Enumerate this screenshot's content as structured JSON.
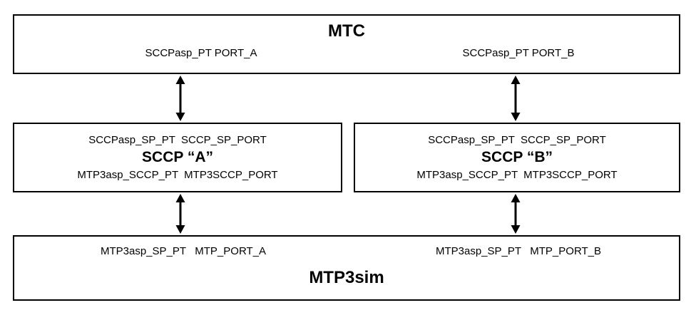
{
  "diagram": {
    "mtc": {
      "title": "MTC",
      "port_a": "SCCPasp_PT PORT_A",
      "port_b": "SCCPasp_PT PORT_B"
    },
    "sccp_a": {
      "top_label": "SCCPasp_SP_PT  SCCP_SP_PORT",
      "title": "SCCP “A”",
      "bottom_label": "MTP3asp_SCCP_PT  MTP3SCCP_PORT"
    },
    "sccp_b": {
      "top_label": "SCCPasp_SP_PT  SCCP_SP_PORT",
      "title": "SCCP “B”",
      "bottom_label": "MTP3asp_SCCP_PT  MTP3SCCP_PORT"
    },
    "mtp3sim": {
      "port_a": "MTP3asp_SP_PT   MTP_PORT_A",
      "port_b": "MTP3asp_SP_PT   MTP_PORT_B",
      "title": "MTP3sim"
    },
    "colors": {
      "line": "#000000",
      "background": "#ffffff"
    }
  }
}
